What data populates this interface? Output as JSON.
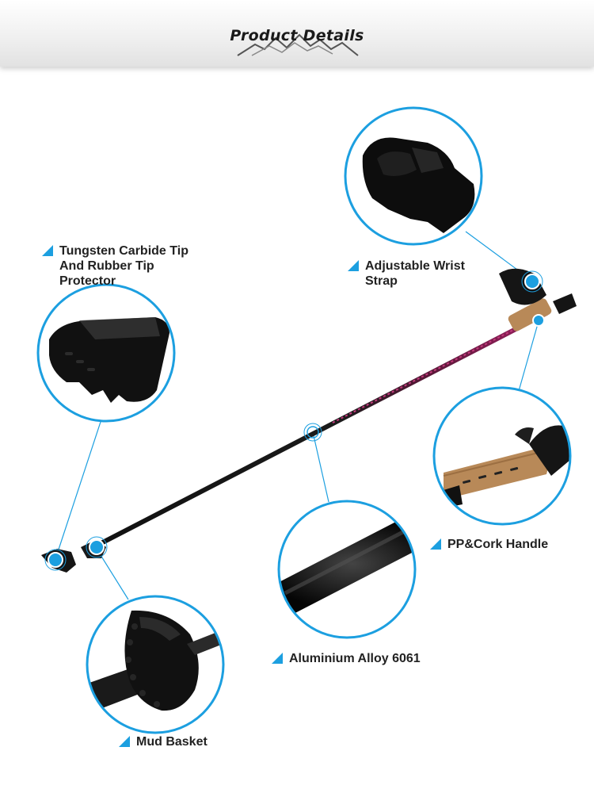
{
  "header": {
    "title": "Product Details",
    "decor_icon": "mountain-range-icon"
  },
  "callouts": {
    "tip": {
      "line1": "Tungsten Carbide Tip",
      "line2": "And Rubber Tip",
      "line3": "Protector"
    },
    "strap": {
      "line1": "Adjustable Wrist",
      "line2": "Strap"
    },
    "handle": {
      "line1": "PP&Cork Handle"
    },
    "shaft": {
      "line1": "Aluminium Alloy 6061"
    },
    "basket": {
      "line1": "Mud Basket"
    }
  },
  "colors": {
    "accent": "#1c9fe0",
    "pole_magenta": "#8e1f5a",
    "cork": "#b88958",
    "rubber": "#141414"
  }
}
